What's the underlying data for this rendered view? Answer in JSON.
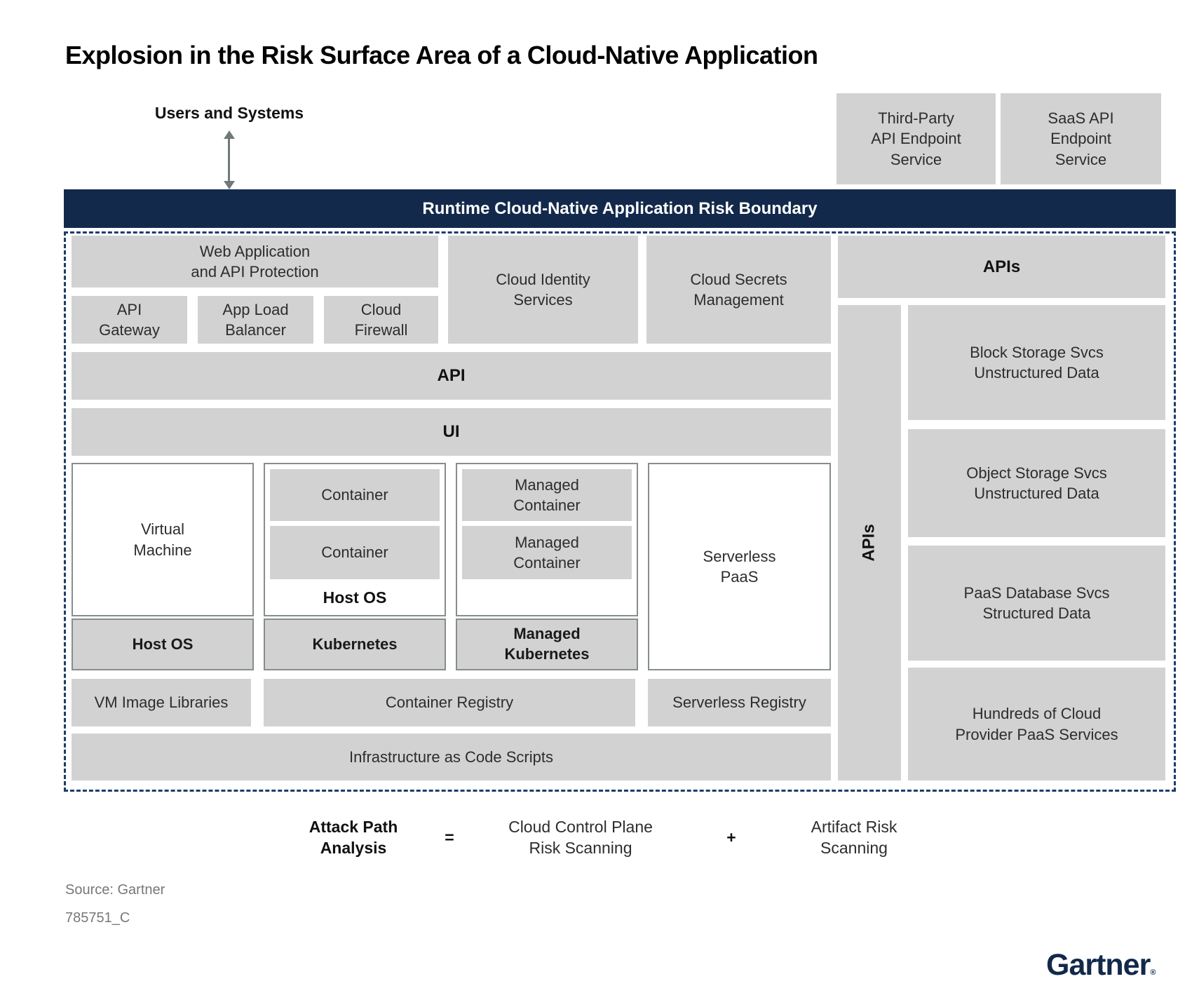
{
  "title": "Explosion in the Risk Surface Area of a Cloud-Native Application",
  "users_and_systems": "Users and Systems",
  "external": {
    "third_party": "Third-Party\nAPI Endpoint\nService",
    "saas": "SaaS API\nEndpoint\nService"
  },
  "banner": "Runtime Cloud-Native Application Risk Boundary",
  "protection": {
    "waap": "Web Application\nand API Protection",
    "api_gateway": "API\nGateway",
    "app_load_balancer": "App Load\nBalancer",
    "cloud_firewall": "Cloud\nFirewall",
    "cloud_identity": "Cloud Identity\nServices",
    "cloud_secrets": "Cloud Secrets\nManagement",
    "apis_top": "APIs"
  },
  "layers": {
    "api": "API",
    "ui": "UI"
  },
  "compute": {
    "virtual_machine": "Virtual\nMachine",
    "vm_host_os": "Host OS",
    "container_1": "Container",
    "container_2": "Container",
    "container_host_os": "Host OS",
    "kubernetes": "Kubernetes",
    "managed_container_1": "Managed\nContainer",
    "managed_container_2": "Managed\nContainer",
    "managed_kubernetes": "Managed\nKubernetes",
    "serverless_paas": "Serverless\nPaaS"
  },
  "registries": {
    "vm_image_libraries": "VM Image Libraries",
    "container_registry": "Container Registry",
    "serverless_registry": "Serverless Registry",
    "iac_scripts": "Infrastructure as Code Scripts"
  },
  "right_rail": {
    "apis_vertical": "APIs",
    "block_storage": "Block Storage Svcs\nUnstructured Data",
    "object_storage": "Object Storage Svcs\nUnstructured Data",
    "paas_database": "PaaS Database Svcs\nStructured Data",
    "hundreds_paas": "Hundreds of Cloud\nProvider PaaS Services"
  },
  "equation": {
    "lhs": "Attack Path\nAnalysis",
    "equals": "=",
    "term1": "Cloud Control Plane\nRisk Scanning",
    "plus": "+",
    "term2": "Artifact Risk\nScanning"
  },
  "footer": {
    "source": "Source: Gartner",
    "doc_id": "785751_C",
    "logo": "Gartner",
    "registered": "®"
  },
  "colors": {
    "navy": "#12294b",
    "dash_navy": "#1e3c69",
    "gray_box": "#d2d2d2",
    "box_border_gray": "#868d8d",
    "arrow_gray": "#6f7979",
    "source_gray": "#75787b"
  }
}
